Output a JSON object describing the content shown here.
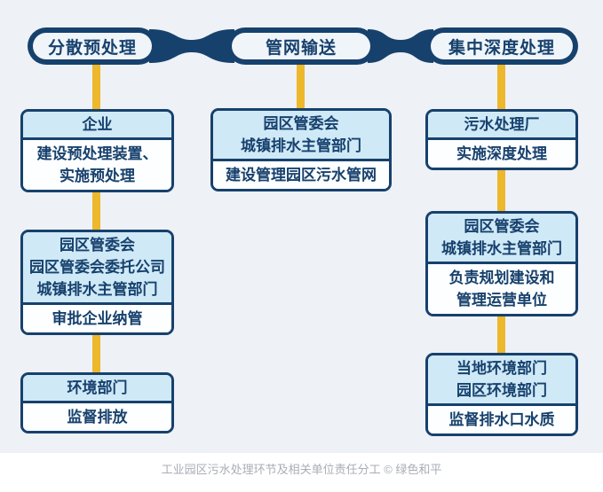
{
  "colors": {
    "navy": "#17416d",
    "header_blue": "#cfe9f7",
    "body_white": "#fdfeff",
    "yellow": "#edb82c",
    "background": "#eef1f6",
    "pill_inner": "#f0f5fa",
    "caption_gray": "#a8adb5"
  },
  "stages": [
    {
      "label": "分散预处理"
    },
    {
      "label": "管网输送"
    },
    {
      "label": "集中深度处理"
    }
  ],
  "columns": [
    {
      "stage": "分散预处理",
      "boxes": [
        {
          "header": [
            "企业"
          ],
          "body": [
            "建设预处理装置、",
            "实施预处理"
          ]
        },
        {
          "header": [
            "园区管委会",
            "园区管委会委托公司",
            "城镇排水主管部门"
          ],
          "body": [
            "审批企业纳管"
          ]
        },
        {
          "header": [
            "环境部门"
          ],
          "body": [
            "监督排放"
          ]
        }
      ]
    },
    {
      "stage": "管网输送",
      "boxes": [
        {
          "header": [
            "园区管委会",
            "城镇排水主管部门"
          ],
          "body": [
            "建设管理园区污水管网"
          ]
        }
      ]
    },
    {
      "stage": "集中深度处理",
      "boxes": [
        {
          "header": [
            "污水处理厂"
          ],
          "body": [
            "实施深度处理"
          ]
        },
        {
          "header": [
            "园区管委会",
            "城镇排水主管部门"
          ],
          "body": [
            "负责规划建设和",
            "管理运营单位"
          ]
        },
        {
          "header": [
            "当地环境部门",
            "园区环境部门"
          ],
          "body": [
            "监督排水口水质"
          ]
        }
      ]
    }
  ],
  "caption": "工业园区污水处理环节及相关单位责任分工 © 绿色和平"
}
